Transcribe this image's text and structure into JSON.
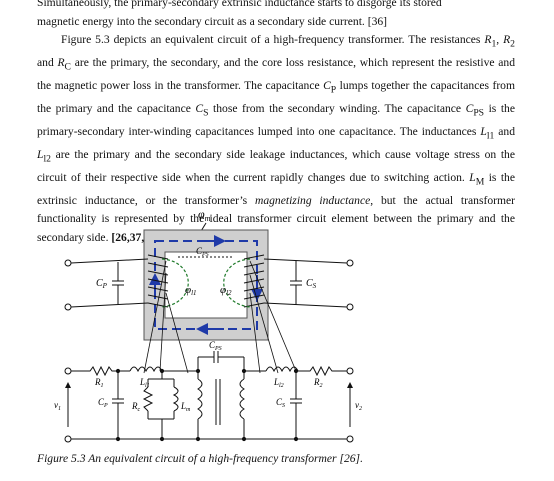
{
  "paragraph_prev": {
    "line1": "Simultaneously, the primary-secondary extrinsic inductance starts to disgorge its stored",
    "line2": "magnetic energy into the secondary circuit as a secondary side current. [36]"
  },
  "paragraph_main": {
    "s1": "Figure 5.3 depicts an equivalent circuit of a high-frequency transformer. The resistances ",
    "r1": "R",
    "r1_sub": "1",
    "s2": ", ",
    "r2": "R",
    "r2_sub": "2",
    "s3": " and ",
    "rc": "R",
    "rc_sub": "C",
    "s4": " are the primary, the secondary, and the core loss resistance, which represent the resistive and the magnetic power loss in the transformer. The capacitance ",
    "cp": "C",
    "cp_sub": "P",
    "s5": " lumps together the capacitances from the primary and the capacitance ",
    "cs": "C",
    "cs_sub": "S",
    "s6": " those from the secondary winding. The capacitance ",
    "cps": "C",
    "cps_sub": "PS",
    "s7": " is the primary-secondary inter-winding capacitances lumped into one capacitance. The inductances ",
    "l11": "L",
    "l11_sub": "l1",
    "s8": " and ",
    "l12": "L",
    "l12_sub": "l2",
    "s9": " are the primary and the secondary side leakage inductances, which cause voltage stress on the circuit of their respective side when the current rapidly changes due to switching action. ",
    "lm": "L",
    "lm_sub": "M",
    "s10": " is the extrinsic inductance, or the transformer’s ",
    "em": "magnetizing inductance",
    "s11": ", but the actual transformer functionality is represented by the ideal transformer circuit element between the primary and the secondary side. ",
    "refs": "[26,37,36]"
  },
  "figure": {
    "labels": {
      "phi_m": "φ",
      "phi_m_sub": "m",
      "cps_top": "C",
      "cps_top_sub": "PS",
      "cp_top": "C",
      "cp_top_sub": "P",
      "cs_top": "C",
      "cs_top_sub": "S",
      "phi_l1": "φ",
      "phi_l1_sub": "l1",
      "phi_l2": "φ",
      "phi_l2_sub": "l2",
      "cps_bot": "C",
      "cps_bot_sub": "PS",
      "r1": "R",
      "r1_sub": "1",
      "l11": "L",
      "l11_sub": "l1",
      "l12": "L",
      "l12_sub": "l2",
      "r2": "R",
      "r2_sub": "2",
      "v1": "v",
      "v1_sub": "1",
      "v2": "v",
      "v2_sub": "2",
      "cp_bot": "C",
      "cp_bot_sub": "P",
      "rc": "R",
      "rc_sub": "c",
      "lm": "L",
      "lm_sub": "m",
      "cs_bot": "C",
      "cs_bot_sub": "S"
    }
  },
  "caption": "Figure 5.3 An equivalent circuit of a high-frequency transformer [26]."
}
